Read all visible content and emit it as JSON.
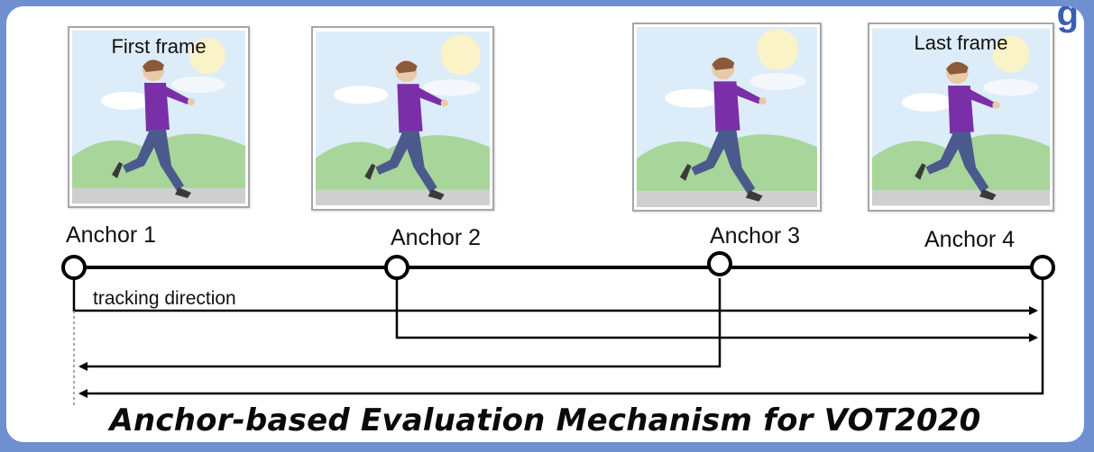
{
  "frames": [
    {
      "label": "First frame"
    },
    {
      "label": ""
    },
    {
      "label": ""
    },
    {
      "label": "Last frame"
    }
  ],
  "anchors": [
    "Anchor 1",
    "Anchor 2",
    "Anchor 3",
    "Anchor 4"
  ],
  "tracking_direction_label": "tracking direction",
  "caption": "Anchor-based Evaluation Mechanism for VOT2020",
  "colors": {
    "border": "#6f8fd0",
    "sky": "#dcecf8",
    "hill": "#a8d59a",
    "ground": "#cfcfcf",
    "shirt": "#7a2fa8",
    "pants": "#4b5a8c",
    "line": "#000000"
  }
}
